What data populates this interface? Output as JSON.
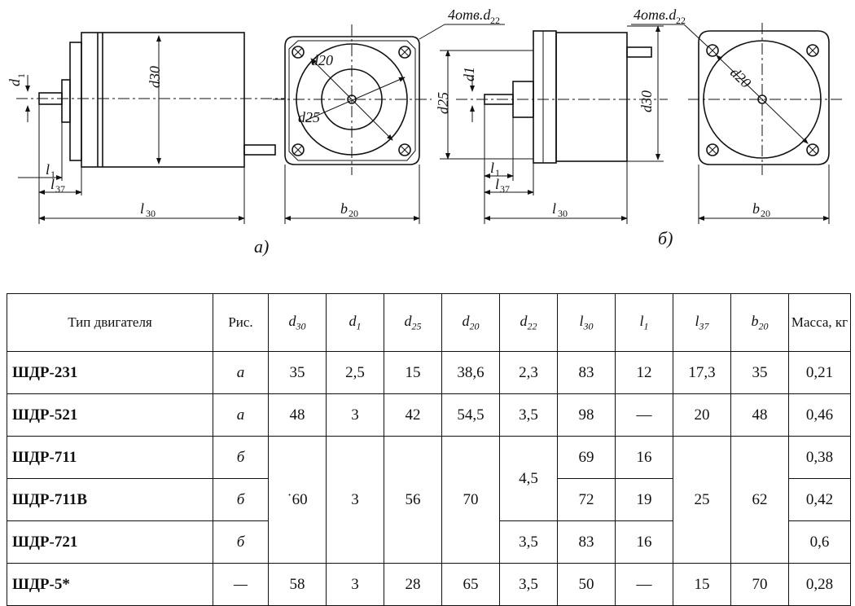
{
  "figures": {
    "a": {
      "caption": "а)",
      "labels": {
        "d1": "d",
        "d1_sub": "1",
        "d30": "d30",
        "l1": "l",
        "l1_sub": "1",
        "l37": "l",
        "l37_sub": "37",
        "l30": "l",
        "l30_sub": "30",
        "d20": "d20",
        "d25": "d25",
        "b20": "b",
        "b20_sub": "20",
        "holes": "4отв.d",
        "holes_sub": "22"
      }
    },
    "b": {
      "caption": "б)",
      "labels": {
        "d25": "d25",
        "d1": "d1",
        "d30": "d30",
        "l1": "l",
        "l1_sub": "1",
        "l37": "l",
        "l37_sub": "37",
        "l30": "l",
        "l30_sub": "30",
        "d20": "d20",
        "b20": "b",
        "b20_sub": "20",
        "holes": "4отв.d",
        "holes_sub": "22"
      }
    }
  },
  "table": {
    "headers": {
      "type": "Тип двигателя",
      "fig": "Рис.",
      "d30": "d",
      "d30_sub": "30",
      "d1": "d",
      "d1_sub": "1",
      "d25": "d",
      "d25_sub": "25",
      "d20": "d",
      "d20_sub": "20",
      "d22": "d",
      "d22_sub": "22",
      "l30": "l",
      "l30_sub": "30",
      "l1": "l",
      "l1_sub": "1",
      "l37": "l",
      "l37_sub": "37",
      "b20": "b",
      "b20_sub": "20",
      "mass": "Масса, кг"
    },
    "rows": [
      {
        "name": "ШДР-231",
        "fig": "а",
        "d30": "35",
        "d1": "2,5",
        "d25": "15",
        "d20": "38,6",
        "d22": "2,3",
        "l30": "83",
        "l1": "12",
        "l37": "17,3",
        "b20": "35",
        "mass": "0,21"
      },
      {
        "name": "ШДР-521",
        "fig": "а",
        "d30": "48",
        "d1": "3",
        "d25": "42",
        "d20": "54,5",
        "d22": "3,5",
        "l30": "98",
        "l1": "—",
        "l37": "20",
        "b20": "48",
        "mass": "0,46"
      },
      {
        "name": "ШДР-711",
        "fig": "б",
        "d30": "˙60",
        "d1": "3",
        "d25": "56",
        "d20": "70",
        "d22": "4,5",
        "l30": "69",
        "l1": "16",
        "l37": "25",
        "b20": "62",
        "mass": "0,38"
      },
      {
        "name": "ШДР-711В",
        "fig": "б",
        "l30": "72",
        "l1": "19",
        "mass": "0,42"
      },
      {
        "name": "ШДР-721",
        "fig": "б",
        "d22": "3,5",
        "l30": "83",
        "l1": "16",
        "mass": "0,6"
      },
      {
        "name": "ШДР-5*",
        "fig": "—",
        "d30": "58",
        "d1": "3",
        "d25": "28",
        "d20": "65",
        "d22": "3,5",
        "l30": "50",
        "l1": "—",
        "l37": "15",
        "b20": "70",
        "mass": "0,28"
      }
    ]
  }
}
